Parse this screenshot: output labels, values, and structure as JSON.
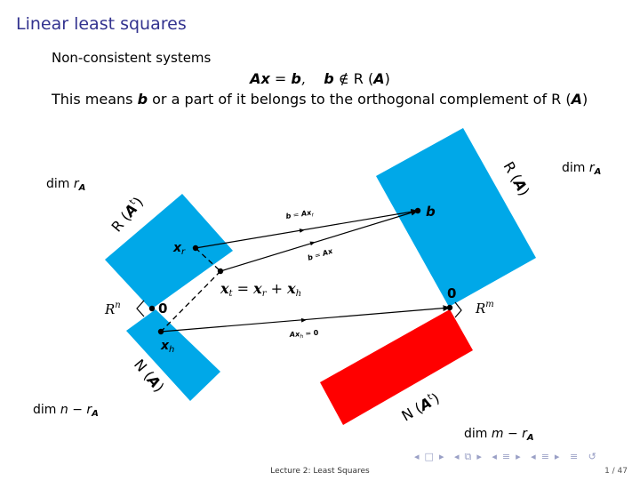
{
  "slide": {
    "title": "Linear least squares",
    "intro": "Non-consistent systems",
    "equation": {
      "lhs": "Ax",
      "eq": " = ",
      "rhs": "b",
      "sep": ",    ",
      "b": "b",
      "notin": " ∉ ",
      "range_open": "R (",
      "A": "A",
      "range_close": ")"
    },
    "explanation": {
      "before": "This means ",
      "b": "b",
      "middle": " or a part of it belongs to the orthogonal complement of R (",
      "A": "A",
      "after": ")"
    }
  },
  "diagram": {
    "labels": {
      "dim_r_left": {
        "pre": "dim ",
        "var": "r",
        "sub": "A"
      },
      "dim_r_right": {
        "pre": "dim ",
        "var": "r",
        "sub": "A"
      },
      "dim_n_minus": {
        "pre": "dim ",
        "var": "n",
        "mid": " − ",
        "var2": "r",
        "sub": "A"
      },
      "dim_m_minus": {
        "pre": "dim ",
        "var": "m",
        "mid": " − ",
        "var2": "r",
        "sub": "A"
      },
      "range_At": {
        "pre": "R (",
        "A": "A",
        "sup": "t",
        "post": ")"
      },
      "range_A": {
        "pre": "R (",
        "A": "A",
        "post": ")"
      },
      "null_A": {
        "pre": "N (",
        "A": "A",
        "post": ")"
      },
      "null_At": {
        "pre": "N (",
        "A": "A",
        "sup": "t",
        "post": ")"
      },
      "Rn": {
        "base": "R",
        "sup": "n"
      },
      "Rm": {
        "base": "R",
        "sup": "m"
      },
      "zero_left": "0",
      "zero_right": "0",
      "b_point": "b",
      "x_r": {
        "base": "x",
        "sub": "r"
      },
      "x_h": {
        "base": "x",
        "sub": "h"
      },
      "x_t_eq": {
        "x": "x",
        "t": "t",
        "eq": " = ",
        "xr": "x",
        "r": "r",
        "plus": " + ",
        "xh": "x",
        "h": "h"
      },
      "arrow_b_Axr": {
        "b": "b",
        "eq": " = ",
        "A": "A",
        "x": "x",
        "r": "r"
      },
      "arrow_b_Ax": {
        "b": "b",
        "eq": " = ",
        "A": "A",
        "x": "x"
      },
      "arrow_Axh_0": {
        "A": "A",
        "x": "x",
        "h": "h",
        "eq": " = ",
        "zero": "0"
      }
    },
    "colors": {
      "range": "#00a8e8",
      "null_At": "#ff0000",
      "arrow": "#000000"
    }
  },
  "footer": {
    "title": "Lecture 2: Least Squares",
    "page": "1 / 47"
  }
}
